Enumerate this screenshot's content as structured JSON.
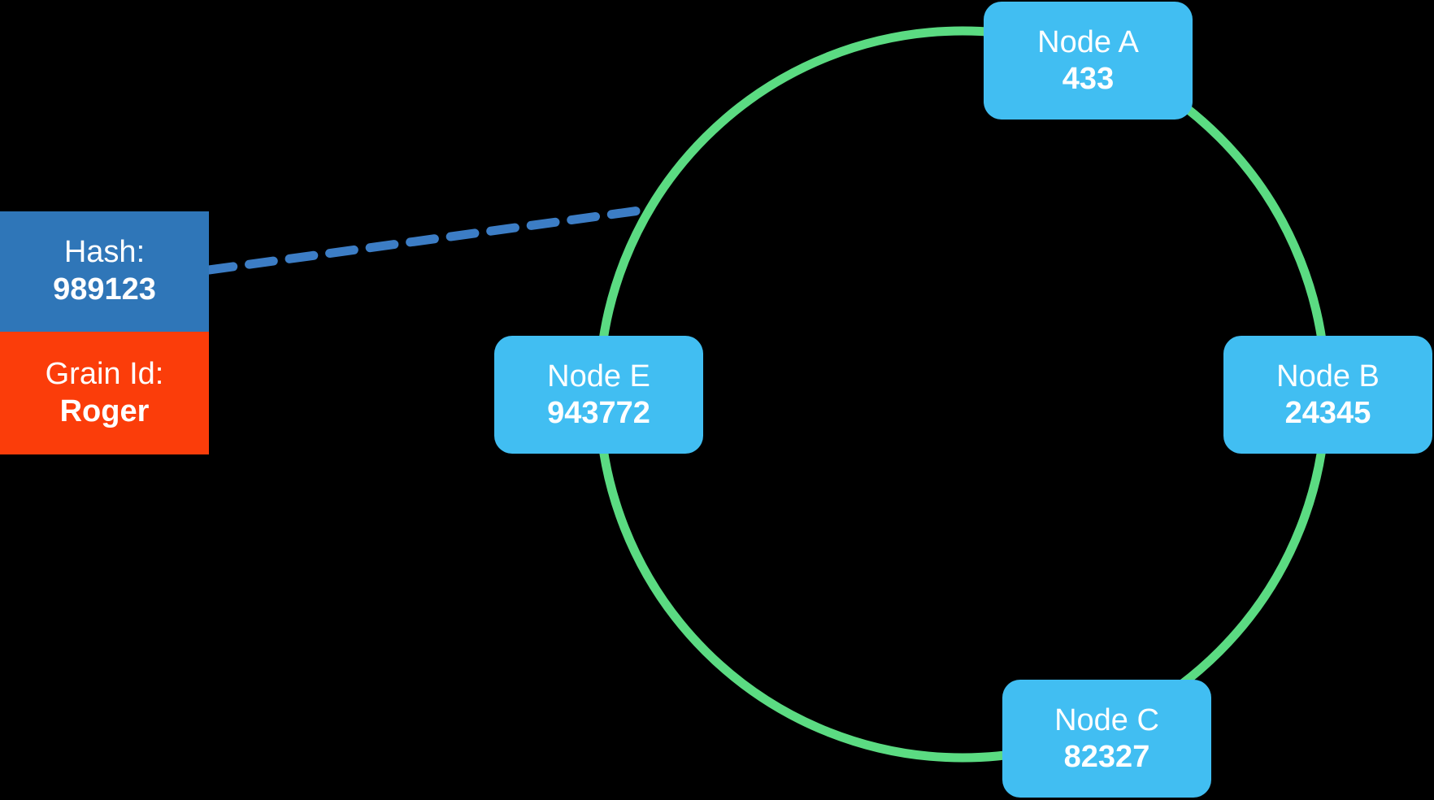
{
  "diagram": {
    "kind": "consistent-hash-ring",
    "colors": {
      "background": "#000000",
      "ring_green": "#5BDB82",
      "node_blue": "#41BEF2",
      "hash_blue": "#2F76B8",
      "grain_orange": "#FB3D0A",
      "pointer_dash_blue": "#3C7DC5",
      "text": "#FFFFFF"
    },
    "legend": {
      "hash_label": "Hash:",
      "hash_value": "989123",
      "grain_label": "Grain Id:",
      "grain_value": "Roger"
    },
    "nodes": [
      {
        "label": "Node A",
        "value": "433"
      },
      {
        "label": "Node B",
        "value": "24345"
      },
      {
        "label": "Node C",
        "value": "82327"
      },
      {
        "label": "Node E",
        "value": "943772"
      }
    ]
  }
}
